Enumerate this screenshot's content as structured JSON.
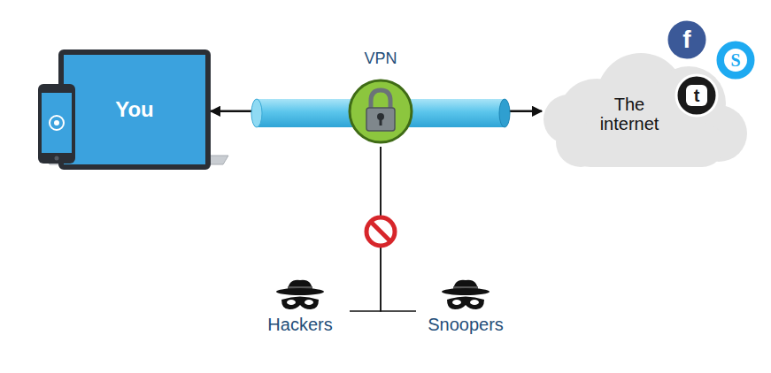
{
  "diagram": {
    "nodes": [
      {
        "text": [
          "You"
        ]
      },
      {
        "text": [
          "VPN"
        ]
      },
      {
        "text": [
          "The internet"
        ]
      },
      {
        "text": [
          "Hackers"
        ]
      },
      {
        "text": [
          "Snoopers"
        ]
      }
    ],
    "edges": [
      {
        "from": 1,
        "to": 0,
        "arrow": "to"
      },
      {
        "from": 1,
        "to": 2,
        "arrow": "to"
      },
      {
        "from": 1,
        "to": 3,
        "arrow": "none"
      },
      {
        "from": 1,
        "to": 4,
        "arrow": "none"
      }
    ],
    "labels": [
      "f",
      "S",
      "t"
    ]
  }
}
